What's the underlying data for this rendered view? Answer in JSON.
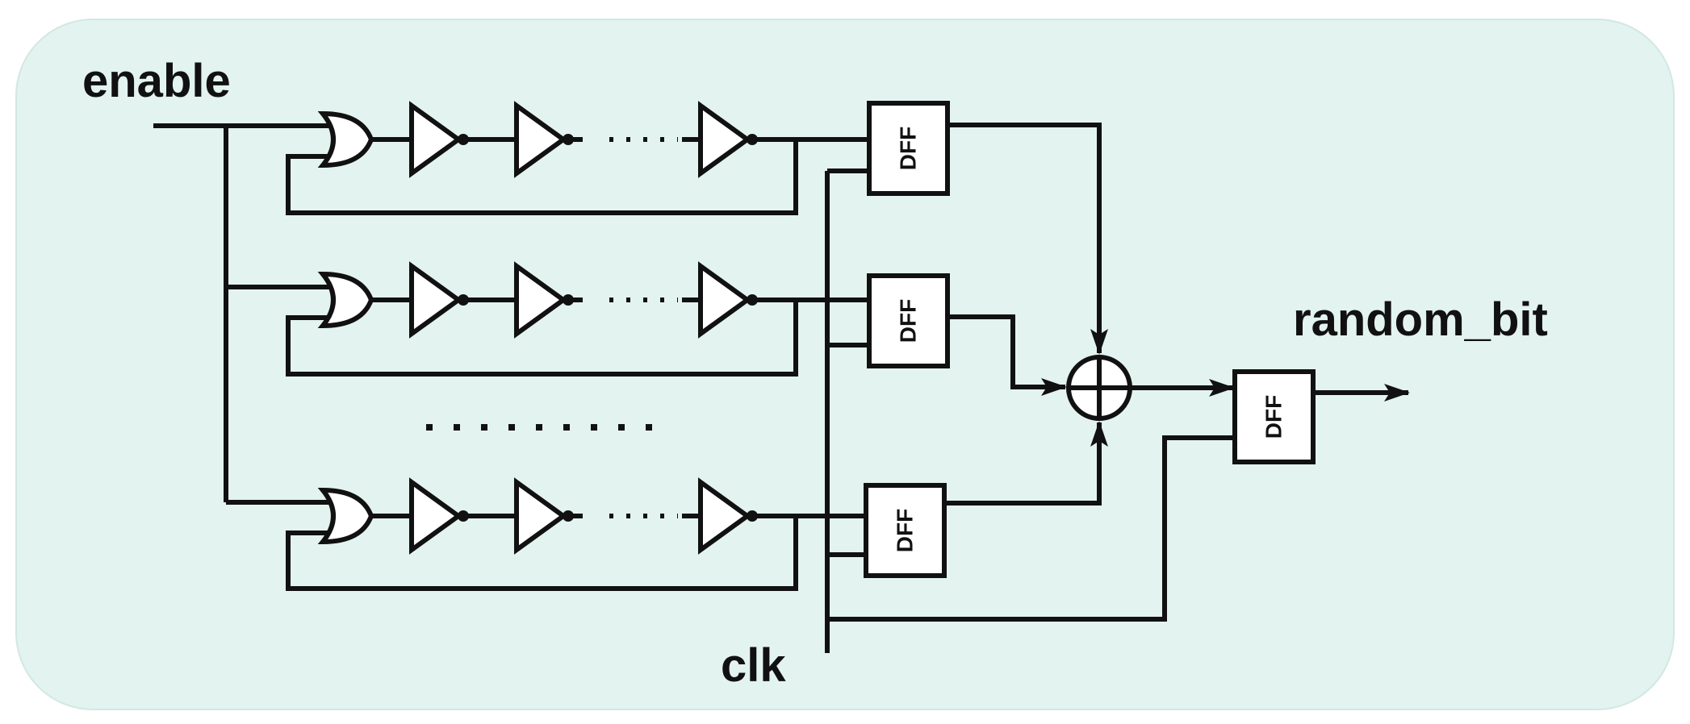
{
  "labels": {
    "enable": "enable",
    "clk": "clk",
    "random_bit": "random_bit",
    "dff": "DFF"
  },
  "colors": {
    "background": "#e3f3ef",
    "wire": "#111111"
  },
  "ring_oscillators": 3
}
